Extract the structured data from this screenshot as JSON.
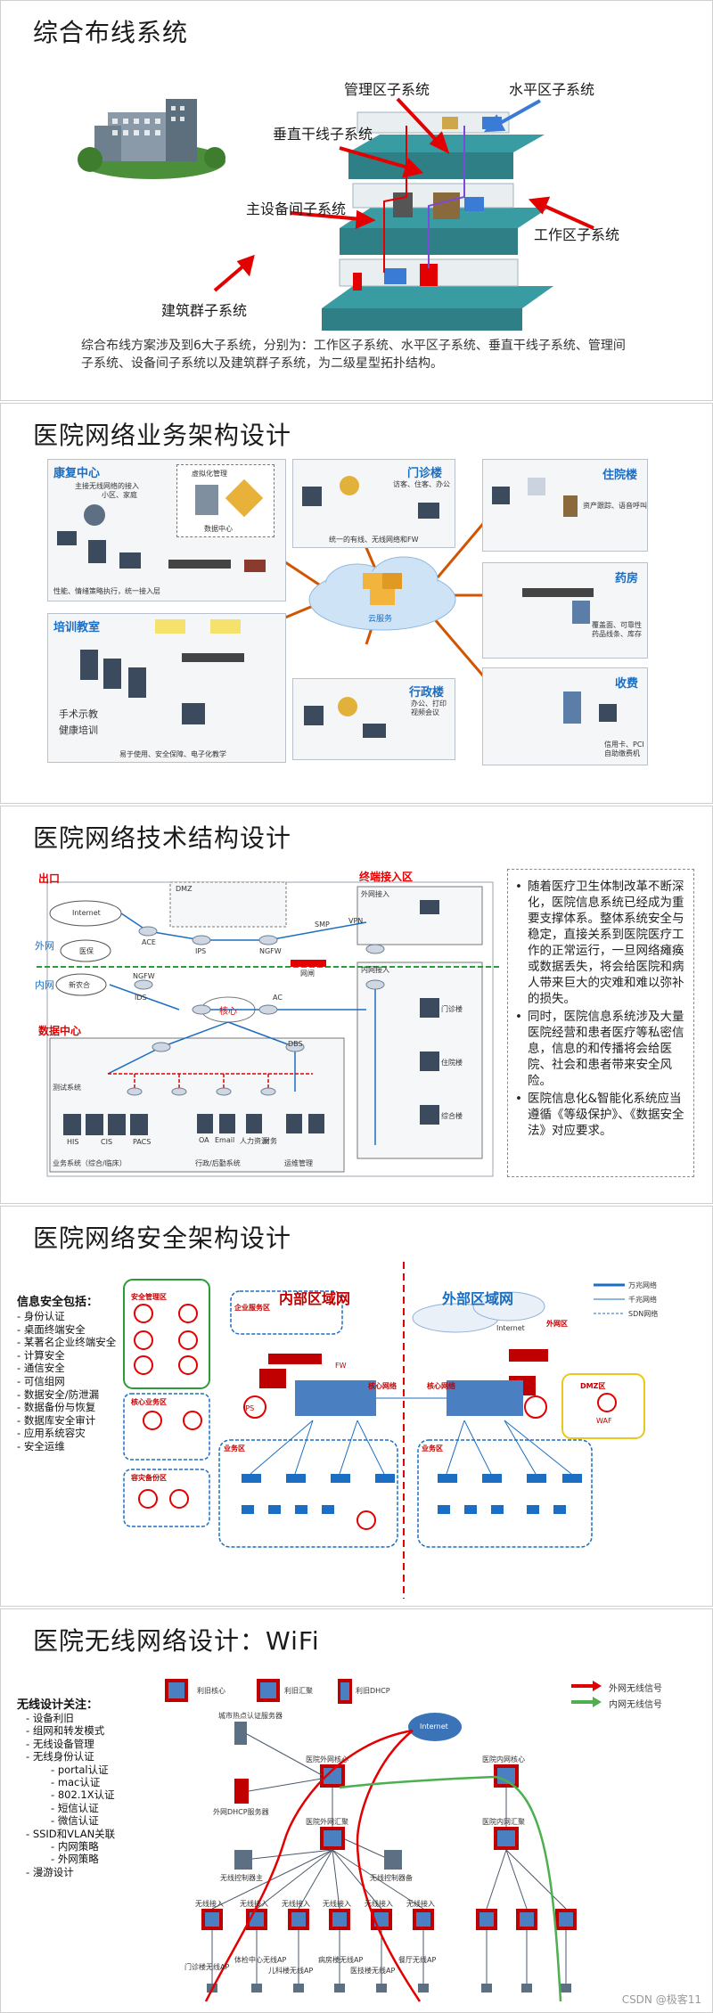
{
  "slide1": {
    "title": "综合布线系统",
    "labels": {
      "management": "管理区子系统",
      "horizontal": "水平区子系统",
      "backbone": "垂直干线子系统",
      "equipment": "主设备间子系统",
      "work_area": "工作区子系统",
      "building_group": "建筑群子系统"
    },
    "description": "综合布线方案涉及到6大子系统，分别为：工作区子系统、水平区子系统、垂直干线子系统、管理间子系统、设备间子系统以及建筑群子系统，为二级星型拓扑结构。"
  },
  "slide2": {
    "title": "医院网络业务架构设计",
    "zones": {
      "rehab": {
        "name": "康复中心",
        "notes": [
          "主接无线网络的接入",
          "小区、家庭",
          "性能、情绪策略执行，统一接入层",
          "虚拟化管理",
          "数据中心"
        ]
      },
      "clinic": {
        "name": "门诊楼",
        "notes": [
          "访客、住客、办公",
          "统一的有线、无线网络和FW"
        ]
      },
      "inpatient": {
        "name": "住院楼",
        "notes": [
          "资产跟踪、语音呼叫"
        ]
      },
      "pharmacy": {
        "name": "药房",
        "notes": [
          "覆盖面、可靠性",
          "药品线条、库存"
        ]
      },
      "training": {
        "name": "培训教室",
        "notes": [
          "手术示教",
          "健康培训",
          "易于使用、安全保障、电子化教学"
        ]
      },
      "admin": {
        "name": "行政楼",
        "notes": [
          "办公、打印",
          "视频会议"
        ]
      },
      "cashier": {
        "name": "收费",
        "notes": [
          "信用卡、PCI",
          "自助缴费机"
        ]
      },
      "cloud": "云服务"
    }
  },
  "slide3": {
    "title": "医院网络技术结构设计",
    "diagram": {
      "exit": "出口",
      "terminal_access": "终端接入区",
      "datacenter": "数据中心",
      "outer_net": "外网",
      "inner_net": "内网",
      "internet": "Internet",
      "insurance": "医保",
      "farm": "新农合",
      "dmz": "DMZ",
      "ext_access": "外网接入",
      "int_access": "内网接入",
      "core": "核心",
      "clinic": "门诊楼",
      "inpatient": "住院楼",
      "complex": "综合楼",
      "test_sys": "测试系统",
      "business_sys": "业务系统（综合/临床）",
      "admin_sys": "行政/后勤系统",
      "ops_mgmt": "运维管理",
      "his": "HIS",
      "cis": "CIS",
      "pacs": "PACS",
      "oa": "OA",
      "email": "Email",
      "hr": "人力资源",
      "finance": "财务",
      "ids": "IDS",
      "ac": "AC",
      "ace": "ACE",
      "ips": "IPS",
      "ngfw": "NGFW",
      "dbs": "DBS",
      "smp": "SMP",
      "vpn": "VPN",
      "gateway": "网闸"
    },
    "bullets": [
      "随着医疗卫生体制改革不断深化，医院信息系统已经成为重要支撑体系。整体系统安全与稳定，直接关系到医院医疗工作的正常运行，一旦网络瘫痪或数据丢失，将会给医院和病人带来巨大的灾难和难以弥补的损失。",
      "同时，医院信息系统涉及大量医院经营和患者医疗等私密信息，信息的和传播将会给医院、社会和患者带来安全风险。",
      "医院信息化&智能化系统应当遵循《等级保护》、《数据安全法》对应要求。"
    ]
  },
  "slide4": {
    "title": "医院网络安全架构设计",
    "list_title": "信息安全包括：",
    "items": [
      "身份认证",
      "桌面终端安全",
      "某著名企业终端安全",
      "计算安全",
      "通信安全",
      "可信组网",
      "数据安全/防泄漏",
      "数据备份与恢复",
      "数据库安全审计",
      "应用系统容灾",
      "安全运维"
    ],
    "diagram": {
      "inner_zone": "内部区域网",
      "outer_zone": "外部区域网",
      "legend": [
        "万兆网络",
        "千兆网络",
        "SDN网络"
      ],
      "mgmt_zone": "安全管理区",
      "core_business": "核心业务区",
      "backup_zone": "容灾备份区",
      "core_net": "核心网络",
      "business_zone": "业务区",
      "dmz": "DMZ区",
      "ext_net": "外网区",
      "enterprise_biz": "企业服务区",
      "fw": "FW",
      "ips": "IPS",
      "waf": "WAF",
      "internet": "Internet"
    }
  },
  "slide5": {
    "title": "医院无线网络设计：WiFi",
    "list_title": "无线设计关注：",
    "items": [
      {
        "level": 1,
        "text": "设备利旧"
      },
      {
        "level": 1,
        "text": "组网和转发模式"
      },
      {
        "level": 1,
        "text": "无线设备管理"
      },
      {
        "level": 1,
        "text": "无线身份认证"
      },
      {
        "level": 2,
        "text": "portal认证"
      },
      {
        "level": 2,
        "text": "mac认证"
      },
      {
        "level": 2,
        "text": "802.1X认证"
      },
      {
        "level": 2,
        "text": "短信认证"
      },
      {
        "level": 2,
        "text": "微信认证"
      },
      {
        "level": 1,
        "text": "SSID和VLAN关联"
      },
      {
        "level": 2,
        "text": "内网策略"
      },
      {
        "level": 2,
        "text": "外网策略"
      },
      {
        "level": 1,
        "text": "漫游设计"
      }
    ],
    "legend": {
      "outer": "外网无线信号",
      "inner": "内网无线信号"
    },
    "nodes": {
      "old_core": "利旧核心",
      "old_agg": "利旧汇聚",
      "old_dhcp": "利旧DHCP",
      "auth_server": "城市热点认证服务器",
      "internet": "Internet",
      "ext_core": "医院外网核心",
      "in_core": "医院内网核心",
      "ext_dhcp": "外网DHCP服务器",
      "ext_agg": "医院外网汇聚",
      "in_agg": "医院内网汇聚",
      "wlc_main": "无线控制器主",
      "wlc_backup": "无线控制器备",
      "wireless_access": "无线接入",
      "ap_clinic": "门诊楼无线AP",
      "ap_physical": "体检中心无线AP",
      "ap_children": "儿科楼无线AP",
      "ap_inpatient": "病房楼无线AP",
      "ap_pharmacy": "医技楼无线AP",
      "ap_hall": "餐厅无线AP"
    }
  },
  "footer": {
    "watermark": "CSDN @极客11"
  },
  "colors": {
    "red": "#e30000",
    "green": "#4caf50",
    "blue": "#1b6ec2",
    "dark_red": "#c00000"
  }
}
